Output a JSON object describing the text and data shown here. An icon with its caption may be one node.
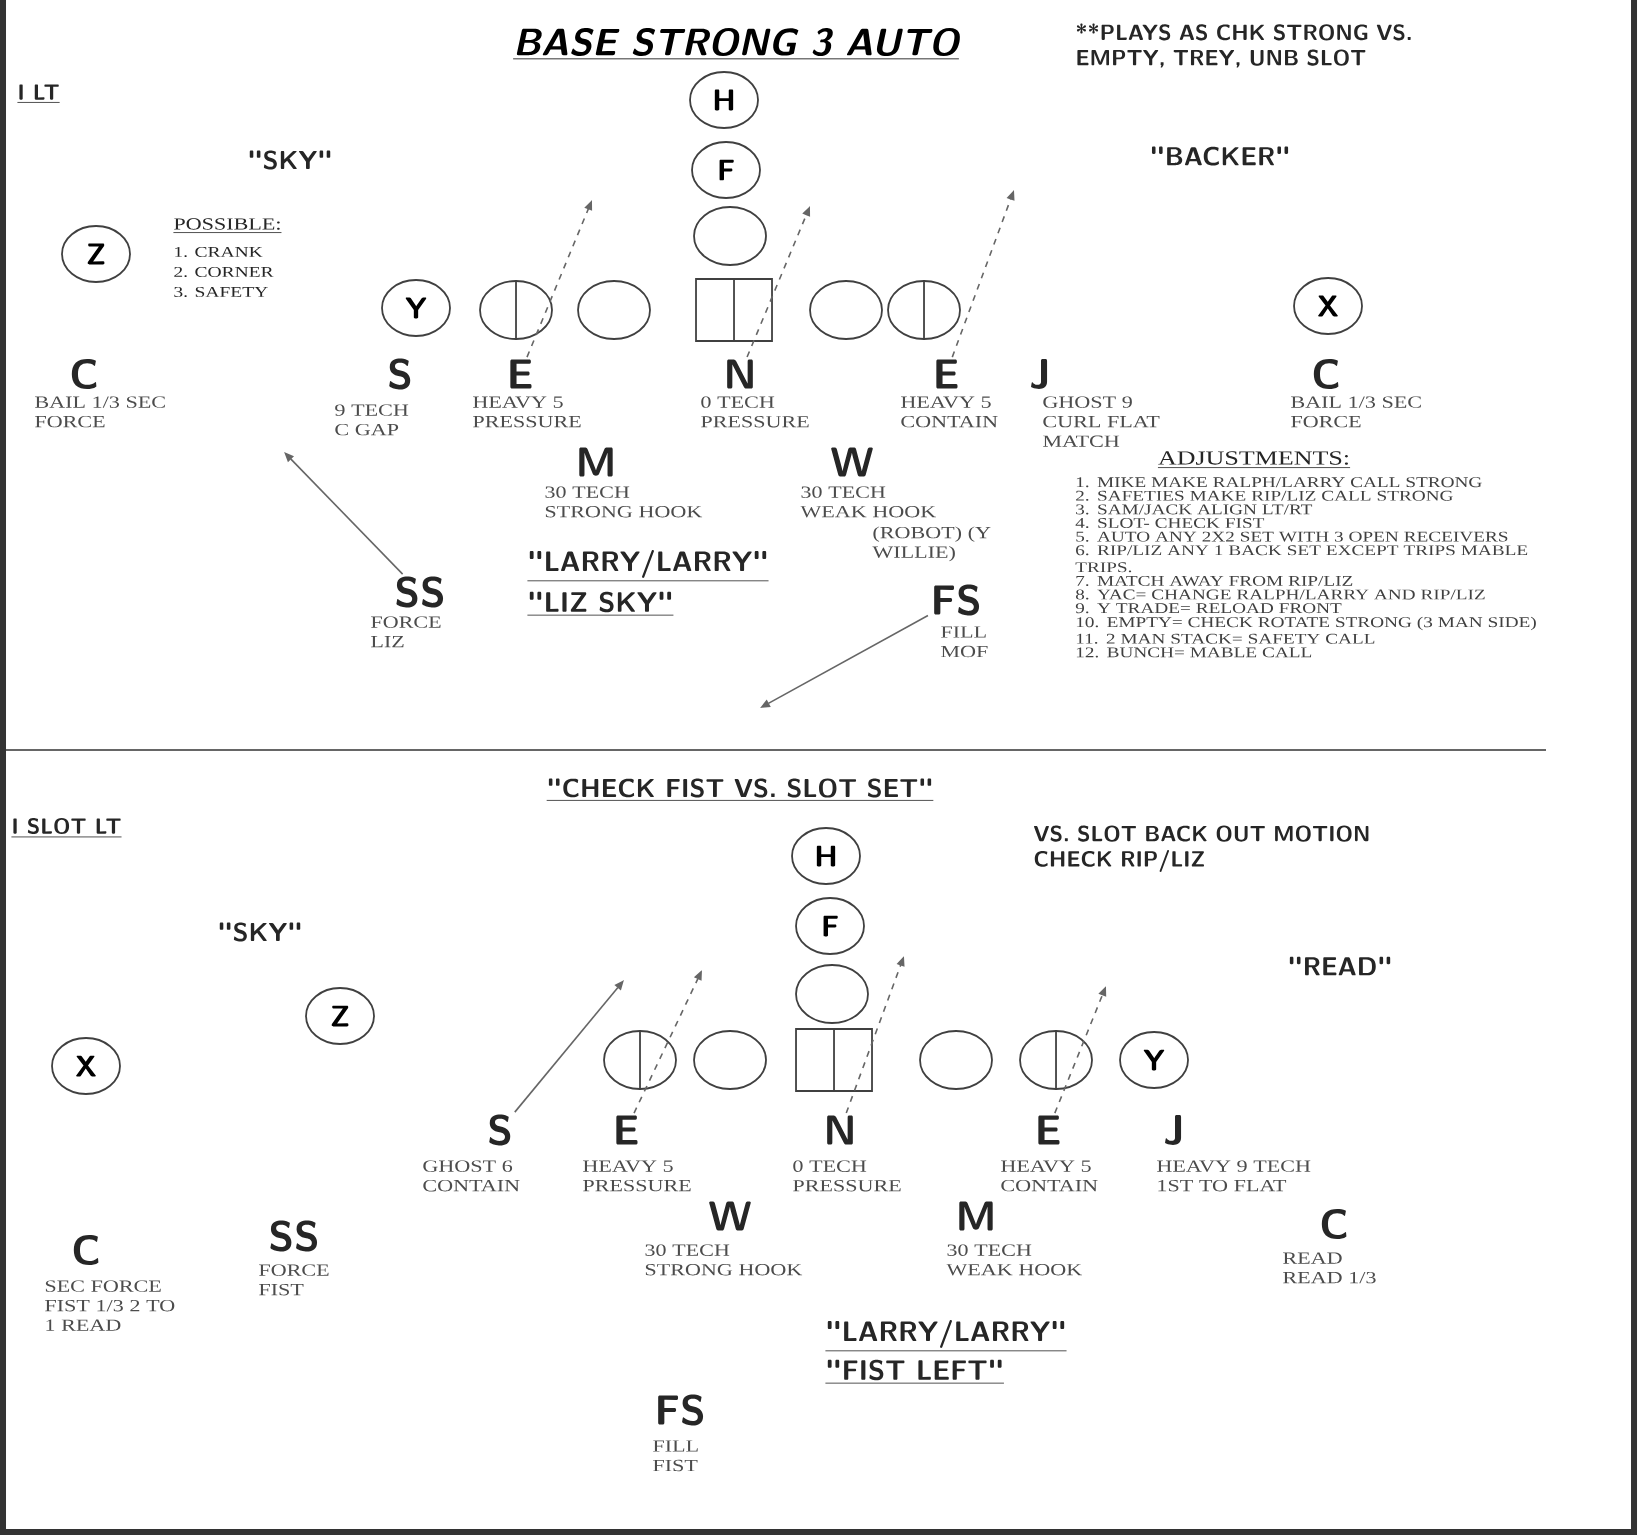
{
  "diagram": {
    "title": "BASE STRONG 3 AUTO",
    "nodes": [
      {
        "text": [
          "H"
        ]
      },
      {
        "text": [
          "F"
        ]
      },
      {
        "text": [],
        "shape": "circle"
      },
      {
        "text": [
          "Y"
        ]
      },
      {
        "text": [],
        "shape": "circle"
      },
      {
        "text": [],
        "shape": "circle"
      },
      {
        "text": [],
        "shape": "box"
      },
      {
        "text": [],
        "shape": "circle"
      },
      {
        "text": [],
        "shape": "circle"
      },
      {
        "text": [
          "X"
        ]
      },
      {
        "text": [
          "Z"
        ]
      },
      {
        "text": [
          "C"
        ],
        "beside": [
          "BAIL 1/3 SEC FORCE"
        ]
      },
      {
        "text": [
          "S"
        ],
        "beside": [
          "9 TECH C GAP"
        ]
      },
      {
        "text": [
          "E"
        ],
        "beside": [
          "HEAVY 5 PRESSURE"
        ]
      },
      {
        "text": [
          "N"
        ],
        "beside": [
          "0 TECH PRESSURE"
        ]
      },
      {
        "text": [
          "E"
        ],
        "beside": [
          "HEAVY 5 CONTAIN"
        ]
      },
      {
        "text": [
          "J"
        ],
        "beside": [
          "GHOST 9 CURL FLAT MATCH"
        ]
      },
      {
        "text": [
          "C"
        ],
        "beside": [
          "BAIL 1/3 SEC FORCE"
        ]
      },
      {
        "text": [
          "M"
        ],
        "beside": [
          "30 TECH STRONG HOOK"
        ]
      },
      {
        "text": [
          "W"
        ],
        "beside": [
          "30 TECH WEAK HOOK",
          "(ROBOT) (Y WILLIE)"
        ]
      },
      {
        "text": [
          "SS"
        ],
        "beside": [
          "FORCE LIZ"
        ]
      },
      {
        "text": [
          "FS"
        ],
        "beside": [
          "FILL MOF"
        ]
      },
      {
        "text": [
          "H"
        ]
      },
      {
        "text": [
          "F"
        ]
      },
      {
        "text": [],
        "shape": "circle"
      },
      {
        "text": [
          "X"
        ]
      },
      {
        "text": [
          "Z"
        ]
      },
      {
        "text": [],
        "shape": "circle"
      },
      {
        "text": [],
        "shape": "circle"
      },
      {
        "text": [],
        "shape": "box"
      },
      {
        "text": [],
        "shape": "circle"
      },
      {
        "text": [],
        "shape": "circle"
      },
      {
        "text": [
          "Y"
        ]
      },
      {
        "text": [
          "S"
        ],
        "beside": [
          "GHOST 6 CONTAIN"
        ]
      },
      {
        "text": [
          "E"
        ],
        "beside": [
          "HEAVY 5 PRESSURE"
        ]
      },
      {
        "text": [
          "N"
        ],
        "beside": [
          "0 TECH PRESSURE"
        ]
      },
      {
        "text": [
          "E"
        ],
        "beside": [
          "HEAVY 5 CONTAIN"
        ]
      },
      {
        "text": [
          "J"
        ],
        "beside": [
          "HEAVY 9 TECH 1ST TO FLAT"
        ]
      },
      {
        "text": [
          "W"
        ],
        "beside": [
          "30 TECH STRONG HOOK"
        ]
      },
      {
        "text": [
          "M"
        ],
        "beside": [
          "30 TECH WEAK HOOK"
        ]
      },
      {
        "text": [
          "C"
        ],
        "beside": [
          "SEC FORCE FIST 1/3 2 TO 1 READ"
        ]
      },
      {
        "text": [
          "SS"
        ],
        "beside": [
          "FORCE FIST"
        ]
      },
      {
        "text": [
          "C"
        ],
        "beside": [
          "READ READ 1/3"
        ]
      },
      {
        "text": [
          "FS"
        ],
        "beside": [
          "FILL FIST"
        ]
      }
    ],
    "edges": [
      {
        "from": 13,
        "to": null,
        "arrow": "to",
        "style": "dashed"
      },
      {
        "from": 14,
        "to": null,
        "arrow": "to",
        "style": "dashed"
      },
      {
        "from": 15,
        "to": null,
        "arrow": "to",
        "style": "dashed"
      },
      {
        "from": 20,
        "to": null,
        "arrow": "to"
      },
      {
        "from": 21,
        "to": null,
        "arrow": "to"
      },
      {
        "from": 33,
        "to": null,
        "arrow": "to"
      },
      {
        "from": 34,
        "to": null,
        "arrow": "to",
        "style": "dashed"
      },
      {
        "from": 35,
        "to": null,
        "arrow": "to",
        "style": "dashed"
      },
      {
        "from": 36,
        "to": null,
        "arrow": "to",
        "style": "dashed"
      }
    ],
    "labels": [
      "I LT",
      "**PLAYS AS CHK STRONG VS. EMPTY, TREY, UNB SLOT",
      "\"SKY\"",
      "\"BACKER\"",
      "POSSIBLE:",
      "1. CRANK",
      "2. CORNER",
      "3. SAFETY",
      "ADJUSTMENTS:",
      "1. MIKE MAKE RALPH/LARRY CALL STRONG",
      "2. SAFETIES MAKE RIP/LIZ CALL STRONG",
      "3. SAM/JACK ALIGN LT/RT",
      "4. SLOT- CHECK FIST",
      "5. AUTO ANY 2X2 SET WITH 3 OPEN RECEIVERS",
      "6. RIP/LIZ ANY 1 BACK SET EXCEPT TRIPS MABLE TRIPS.",
      "7. MATCH AWAY FROM RIP/LIZ",
      "8. YAC= CHANGE RALPH/LARRY AND RIP/LIZ",
      "9. Y TRADE= RELOAD FRONT",
      "10. EMPTY= CHECK ROTATE STRONG (3 MAN SIDE)",
      "11. 2 MAN STACK= SAFETY CALL",
      "12. BUNCH= MABLE CALL",
      "\"LARRY/LARRY\"",
      "\"LIZ SKY\"",
      "\"CHECK FIST VS. SLOT SET\"",
      "I SLOT LT",
      "VS. SLOT BACK OUT MOTION CHECK RIP/LIZ",
      "\"SKY\"",
      "\"READ\"",
      "\"LARRY/LARRY\"",
      "\"FIST LEFT\""
    ]
  }
}
